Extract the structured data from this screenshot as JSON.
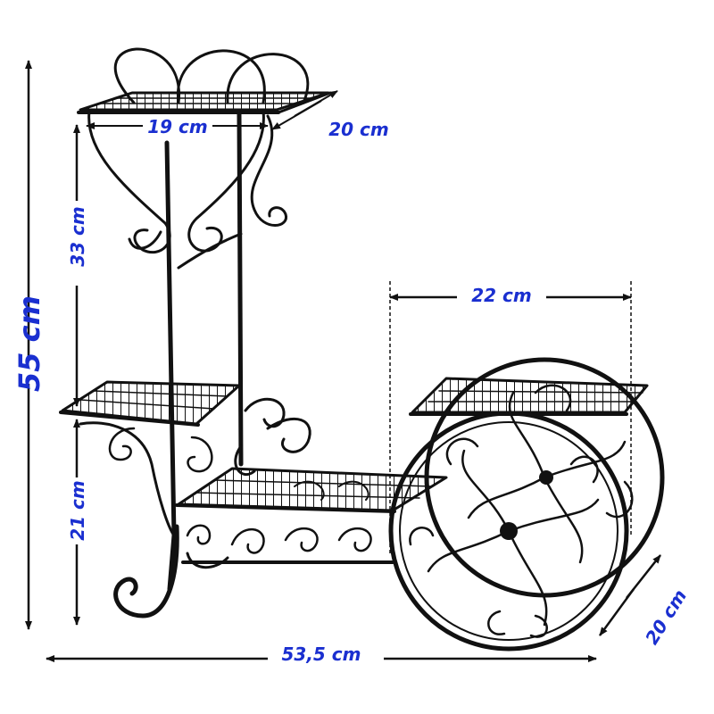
{
  "product": {
    "name": "plant-stand-cart",
    "material_color": "#111111"
  },
  "dimensions": {
    "total_height": "55 cm",
    "top_shelf_height": "33 cm",
    "bottom_height": "21 cm",
    "total_width": "53,5 cm",
    "top_width": "19 cm",
    "top_depth": "20 cm",
    "wheel_span": "22 cm",
    "wheel_depth": "20 cm"
  },
  "colors": {
    "dimension_text": "#1a2fd0",
    "arrow": "#111111",
    "metal": "#111111",
    "background": "#ffffff"
  }
}
